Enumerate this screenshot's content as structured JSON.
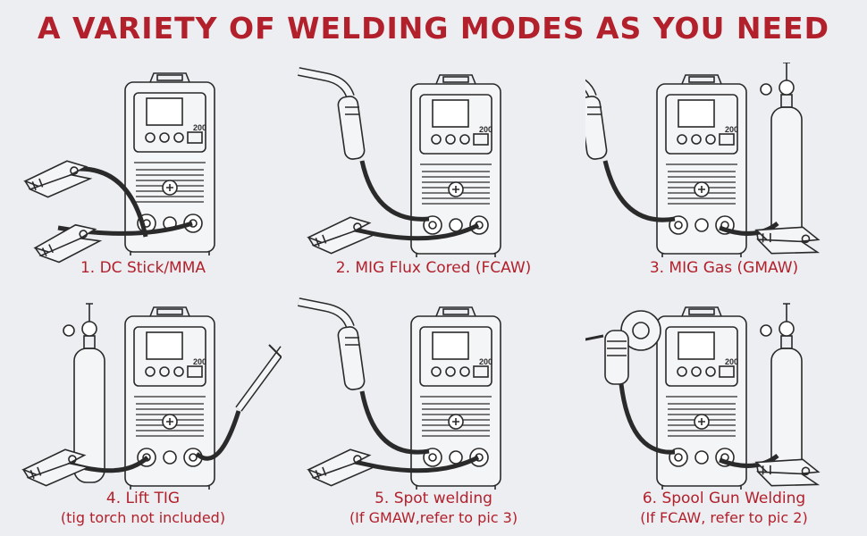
{
  "title": "A VARIETY OF WELDING MODES AS YOU NEED",
  "welder_model": "200",
  "colors": {
    "accent": "#b2202c",
    "line": "#2a2a2a",
    "background": "#eceef1"
  },
  "modes": [
    {
      "caption": "1. DC Stick/MMA",
      "note": "",
      "accessories": [
        "electrode-holder",
        "ground-clamp"
      ]
    },
    {
      "caption": "2. MIG Flux Cored (FCAW)",
      "note": "",
      "accessories": [
        "mig-torch",
        "ground-clamp"
      ]
    },
    {
      "caption": "3. MIG Gas (GMAW)",
      "note": "",
      "accessories": [
        "mig-torch",
        "gas-cylinder",
        "ground-clamp"
      ]
    },
    {
      "caption": "4. Lift TIG",
      "note": "(tig torch not included)",
      "accessories": [
        "gas-cylinder",
        "tig-torch",
        "ground-clamp"
      ]
    },
    {
      "caption": "5. Spot welding",
      "note": "(If GMAW,refer to pic 3)",
      "accessories": [
        "mig-torch",
        "ground-clamp"
      ]
    },
    {
      "caption": "6. Spool Gun Welding",
      "note": "(If FCAW, refer to pic 2)",
      "accessories": [
        "spool-gun",
        "gas-cylinder",
        "ground-clamp"
      ]
    }
  ]
}
